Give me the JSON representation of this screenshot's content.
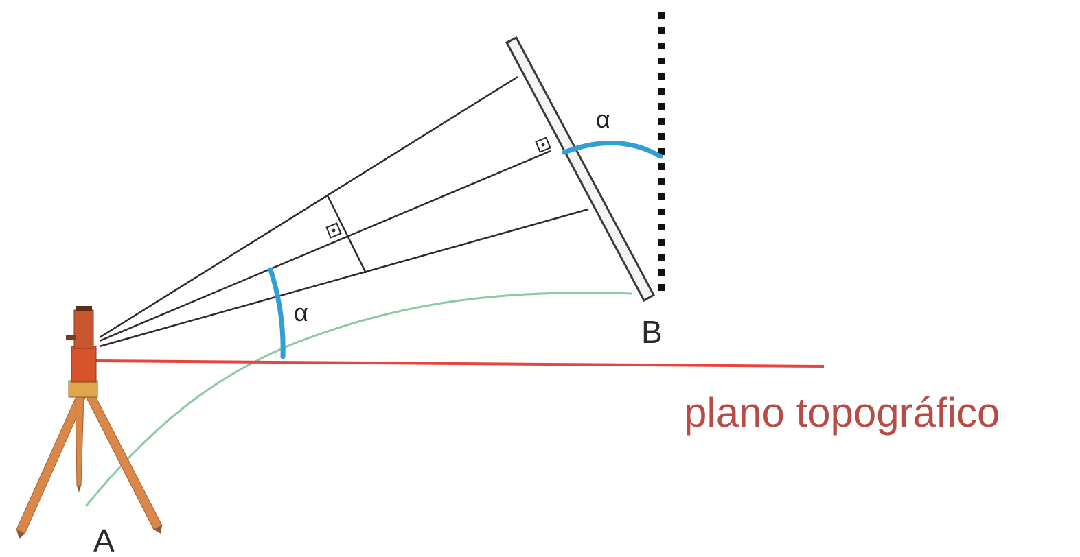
{
  "labels": {
    "plane": "plano topográfico",
    "point_a": "A",
    "point_b": "B",
    "angle_rod": "α",
    "angle_instrument": "α"
  },
  "colors": {
    "plane_line": "#e8433d",
    "plane_text": "#b74b45",
    "sight_lines": "#2b2b2b",
    "angle_arc": "#2f9fd6",
    "terrain_curve": "#8cc9a3",
    "instrument_body": "#d8532a",
    "tripod_legs": "#d9884a",
    "rod": "#3a3a3a",
    "vertical_dotted": "#111111"
  }
}
